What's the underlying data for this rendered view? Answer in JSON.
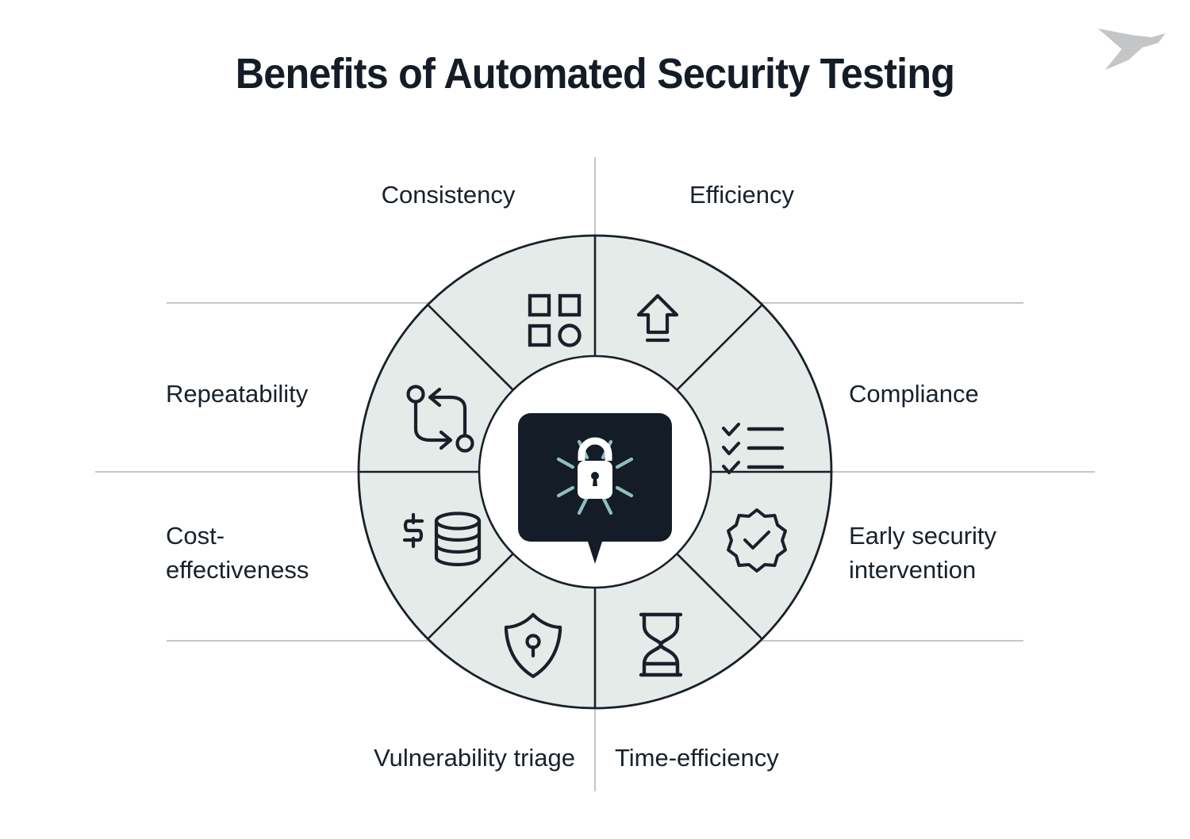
{
  "page": {
    "title": "Benefits of Automated Security Testing",
    "background_color": "#ffffff"
  },
  "brand": {
    "logo_name": "origami-bird-logo",
    "color": "#c3c5c6"
  },
  "colors": {
    "ink": "#151d26",
    "segment_fill": "#e4ebe9",
    "segment_stroke": "#1a2029",
    "guide_line": "#c4c6c7",
    "center_badge": "#141c27",
    "ray_accent": "#8fc0bb",
    "lock_white": "#ffffff"
  },
  "center": {
    "icon_name": "padlock-shine-pin-icon",
    "shape": "map-pin-speech-bubble",
    "lock_icon": "padlock-icon",
    "rays": 8
  },
  "wheel": {
    "segment_count": 8,
    "outer_radius": 298,
    "inner_radius": 146,
    "segments": [
      {
        "id": "efficiency",
        "label": "Efficiency",
        "icon_name": "arrow-up-line-icon",
        "position": "top-right",
        "angle_deg": 22.5
      },
      {
        "id": "compliance",
        "label": "Compliance",
        "icon_name": "checklist-icon",
        "position": "right-upper",
        "angle_deg": 67.5
      },
      {
        "id": "early",
        "label": "Early security\nintervention",
        "icon_name": "verified-badge-check-icon",
        "position": "right-lower",
        "angle_deg": 112.5
      },
      {
        "id": "time",
        "label": "Time-efficiency",
        "icon_name": "hourglass-icon",
        "position": "bottom-right",
        "angle_deg": 157.5
      },
      {
        "id": "vulnerability",
        "label": "Vulnerability triage",
        "icon_name": "shield-keyhole-icon",
        "position": "bottom-left",
        "angle_deg": 202.5
      },
      {
        "id": "cost",
        "label": "Cost-\neffectiveness",
        "icon_name": "dollar-coin-stack-icon",
        "position": "left-lower",
        "angle_deg": 247.5
      },
      {
        "id": "repeatability",
        "label": "Repeatability",
        "icon_name": "repeat-cycle-arrows-icon",
        "position": "left-upper",
        "angle_deg": 292.5
      },
      {
        "id": "consistency",
        "label": "Consistency",
        "icon_name": "grid-squares-circle-icon",
        "position": "top-left",
        "angle_deg": 337.5
      }
    ]
  },
  "labels": {
    "consistency": "Consistency",
    "efficiency": "Efficiency",
    "repeatability": "Repeatability",
    "compliance": "Compliance",
    "cost_effectiveness": "Cost-\neffectiveness",
    "early_security_intervention": "Early security\nintervention",
    "vulnerability_triage": "Vulnerability triage",
    "time_efficiency": "Time-efficiency"
  }
}
